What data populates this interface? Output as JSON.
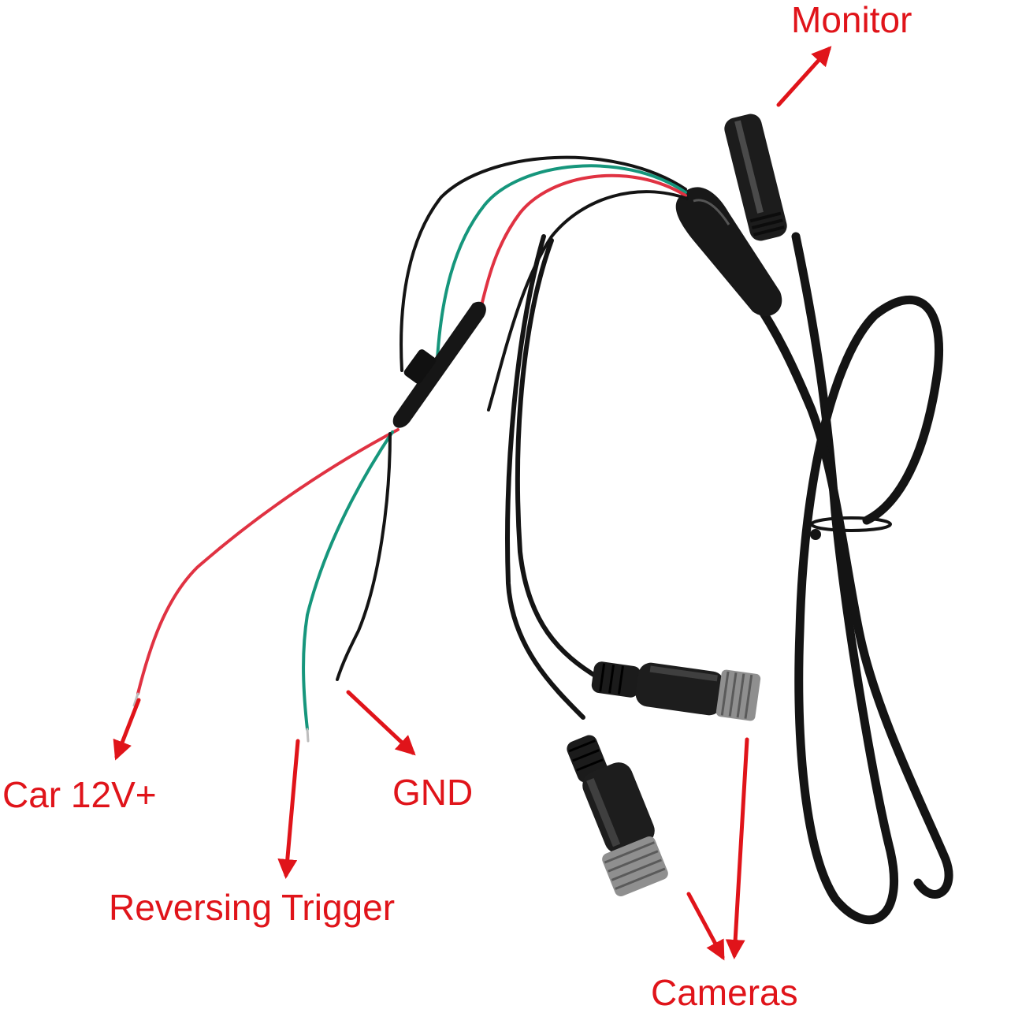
{
  "labels": {
    "monitor": "Monitor",
    "car_12v": "Car 12V+",
    "gnd": "GND",
    "reversing_trigger": "Reversing Trigger",
    "cameras": "Cameras"
  },
  "colors": {
    "label_text": "#e0141a",
    "arrow": "#e0141a",
    "cable_black": "#141414",
    "wire_red": "#e03242",
    "wire_green": "#16967c",
    "background": "#ffffff"
  }
}
